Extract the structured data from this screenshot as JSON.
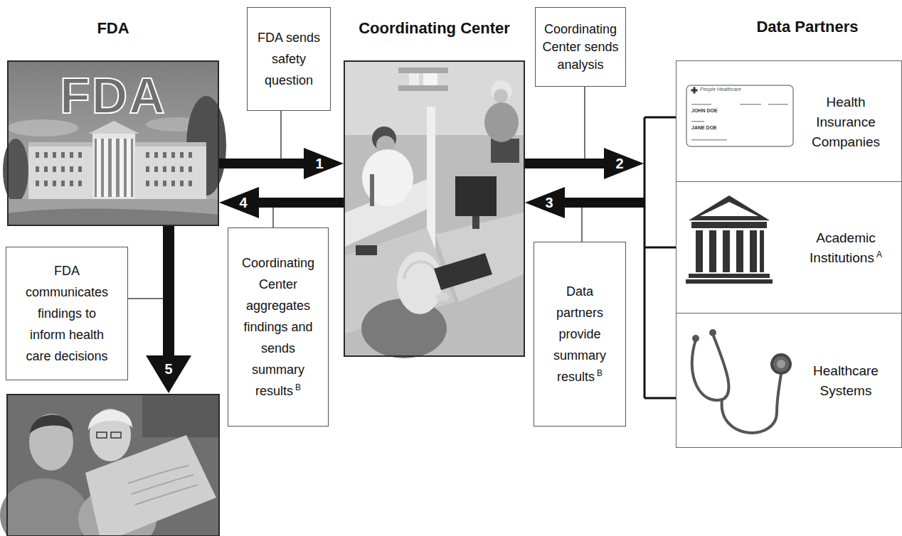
{
  "diagram": {
    "nodes": [
      {
        "text": [
          "FDA",
          "FDA"
        ]
      },
      {
        "text": [
          "FDA sends safety question"
        ]
      },
      {
        "text": [
          "Coordinating Center"
        ]
      },
      {
        "text": [
          "Coordinating Center sends analysis"
        ]
      },
      {
        "text": [
          "Data Partners"
        ]
      },
      {
        "text": [
          "Health Insurance Companies"
        ],
        "in": 4
      },
      {
        "text": [
          "Academic Institutions",
          "A"
        ],
        "in": 4
      },
      {
        "text": [
          "Healthcare Systems"
        ],
        "in": 4
      },
      {
        "text": [
          "FDA communicates findings to inform health care decisions"
        ]
      },
      {
        "text": [
          "Coordinating Center aggregates findings and sends summary results",
          "B"
        ]
      },
      {
        "text": [
          "Data partners provide summary results",
          "B"
        ]
      }
    ],
    "edges": [
      {
        "from": 0,
        "to": 2,
        "arrow": "to",
        "label": "1"
      },
      {
        "from": 2,
        "to": 4,
        "arrow": "to",
        "label": "2"
      },
      {
        "from": 4,
        "to": 2,
        "arrow": "to",
        "label": "3"
      },
      {
        "from": 2,
        "to": 0,
        "arrow": "to",
        "label": "4"
      }
    ],
    "labels": [
      "5",
      "People Healthcare",
      "JOHN DOE",
      "JANE DOE"
    ]
  }
}
